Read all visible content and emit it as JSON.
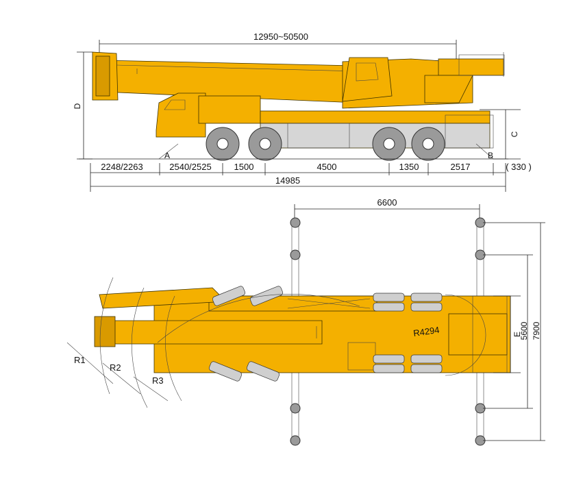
{
  "colors": {
    "body": "#f4b000",
    "body_dark": "#d99a00",
    "chassis": "#d6d6d6",
    "tire": "#9a9a9a",
    "line": "#222222"
  },
  "side_view": {
    "boom_length_label": "12950~50500",
    "height_label": "D",
    "clearance_label": "C",
    "point_a": "A",
    "point_b": "B",
    "segments": [
      "2248/2263",
      "2540/2525",
      "1500",
      "4500",
      "1350",
      "2517"
    ],
    "rear_extra": "( 330 )",
    "total_length": "14985"
  },
  "top_view": {
    "outrigger_span_length": "6600",
    "width_e": "E",
    "width_mid": "5600",
    "width_full": "7900",
    "tail_radius": "R4294",
    "radius_labels": [
      "R1",
      "R2",
      "R3"
    ]
  }
}
